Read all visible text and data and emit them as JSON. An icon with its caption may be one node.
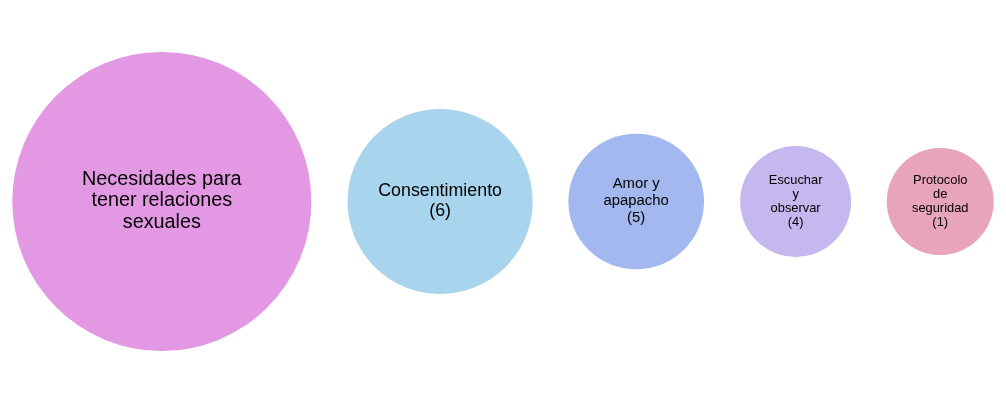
{
  "diagram": {
    "nodes": [
      {
        "text": [
          "Necesidades para tener relaciones sexuales"
        ]
      },
      {
        "text": [
          "Consentimiento (6)"
        ]
      },
      {
        "text": [
          "Amor y apapacho (5)"
        ]
      },
      {
        "text": [
          "Escuchar y observar (4)"
        ]
      },
      {
        "text": [
          "Protocolo de seguridad (1)"
        ]
      }
    ]
  }
}
